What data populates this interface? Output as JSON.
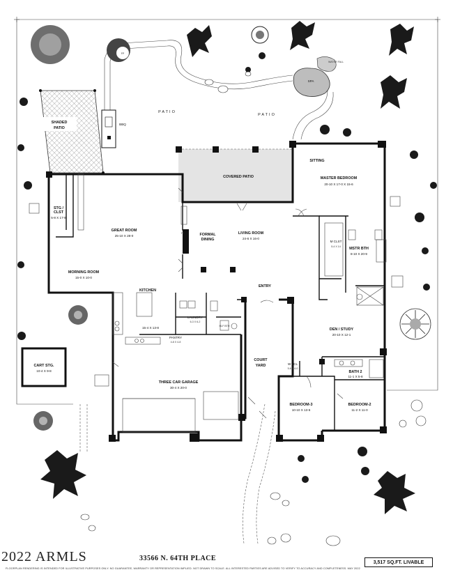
{
  "plan": {
    "rooms": [
      {
        "name": "SHADED",
        "name2": "PATIO",
        "dims": ""
      },
      {
        "name": "STG /",
        "name2": "CLST",
        "dims": "5-8 X 17-8"
      },
      {
        "name": "GREAT ROOM",
        "dims": "25-10 X 28-0"
      },
      {
        "name": "MORNING ROOM",
        "dims": "15-0 X 10-0"
      },
      {
        "name": "KITCHEN",
        "dims": "15-4 X 13-8"
      },
      {
        "name": "FORMAL",
        "name2": "DINING",
        "dims": ""
      },
      {
        "name": "LIVING ROOM",
        "dims": "24-6 X 16-0"
      },
      {
        "name": "COVERED PATIO",
        "dims": ""
      },
      {
        "name": "MASTER BEDROOM",
        "dims": "20-10 X 17-0 X 15-6"
      },
      {
        "name": "SITTING",
        "dims": ""
      },
      {
        "name": "M CLST",
        "dims": "5-4 X 14"
      },
      {
        "name": "MSTR BTH",
        "dims": "8-10 X 20-9"
      },
      {
        "name": "ENTRY",
        "dims": ""
      },
      {
        "name": "LAUNDRY",
        "dims": "6-3 X 6-2"
      },
      {
        "name": "PANTRY",
        "dims": "4-8 X 4-8"
      },
      {
        "name": "HLF BTH",
        "dims": ""
      },
      {
        "name": "DEN / STUDY",
        "dims": "20-10 X 12-1"
      },
      {
        "name": "W / CL",
        "dims": "5-6 X 4-0"
      },
      {
        "name": "BATH 2",
        "dims": "11-1 X 5-8"
      },
      {
        "name": "BEDROOM-3",
        "dims": "10-10 X 13-6"
      },
      {
        "name": "BEDROOM-2",
        "dims": "11-2 X 11-0"
      },
      {
        "name": "COURT",
        "name2": "YARD",
        "dims": ""
      },
      {
        "name": "THREE CAR GARAGE",
        "dims": "30-4 X 20-0"
      },
      {
        "name": "CART STG.",
        "dims": "10-4 X 9-8"
      }
    ],
    "outdoor": {
      "patio1": "PATIO",
      "patio2": "PATIO",
      "bbq": "BBQ",
      "fireplace_out": "FP",
      "fireplace_in": "FP",
      "spa": "SPA",
      "water_fall": "WATER FALL"
    }
  },
  "footer": {
    "copyright": "2022 ARMLS",
    "address": "33566 N. 64TH PLACE",
    "sqft": "3,517 SQ.FT. LIVABLE",
    "disclaimer": "FLOORPLAN RENDERING IS INTENDED FOR ILLUSTRATIVE PURPOSES ONLY. NO GUARANTEE, WARRANTY OR REPRESENTATION IMPLIED. NOT DRAWN TO SCALE. ALL INTERESTED PARTIES ARE ADVISED TO VERIFY TO ACCURACY AND COMPLETENESS. MAY 2022"
  }
}
